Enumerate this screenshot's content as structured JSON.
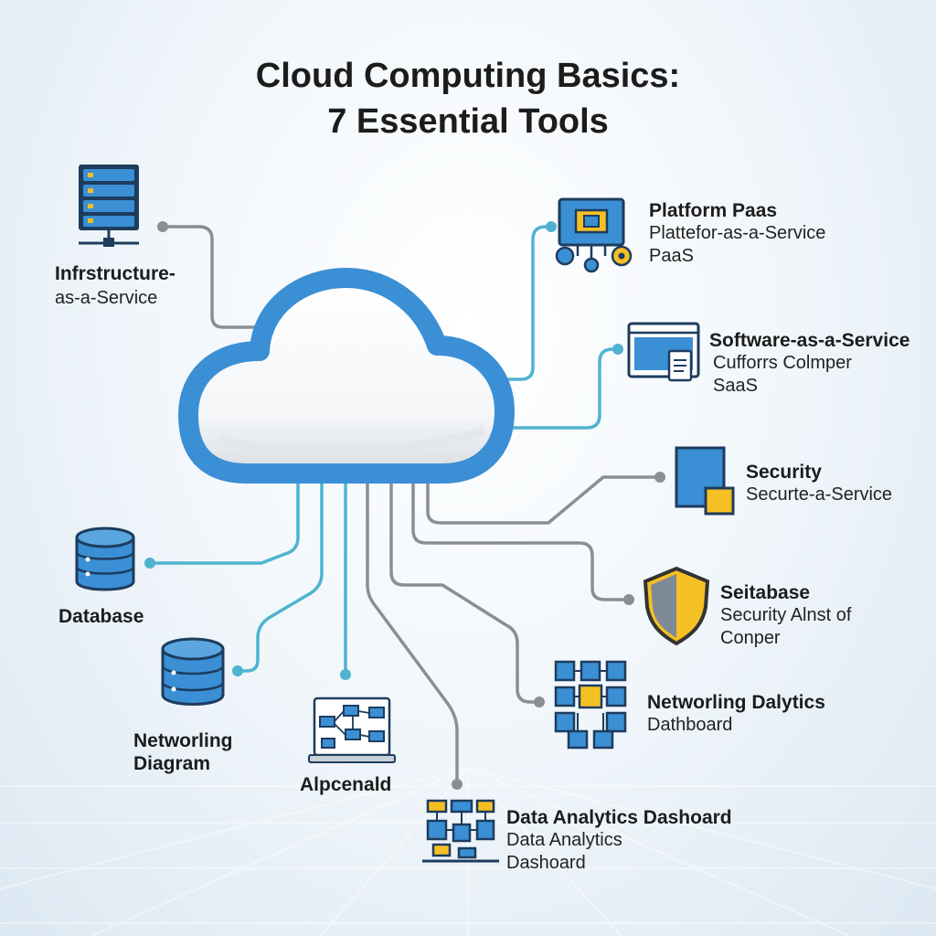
{
  "title": {
    "line1": "Cloud Computing Basics:",
    "line2": "7 Essential Tools"
  },
  "colors": {
    "cloud_outline": "#3b8fd4",
    "cloud_fill": "#ffffff",
    "connector_gray": "#8a8f95",
    "connector_teal": "#4fb3cf",
    "icon_blue": "#2f7fc8",
    "icon_yellow": "#f5c023",
    "icon_dark": "#1d3c5e"
  },
  "nodes": {
    "iaas": {
      "icon": "server-rack-icon",
      "line1": "Infrstructure-",
      "line2": "as-a-Service"
    },
    "paas": {
      "icon": "platform-gears-icon",
      "heading": "Platform Paas",
      "line1": "Plattefor-as-a-Service",
      "line2": "PaaS"
    },
    "saas": {
      "icon": "browser-window-icon",
      "heading": "Software-as-a-Service",
      "line1": "Cufforrs Colmper",
      "line2": "SaaS"
    },
    "security": {
      "icon": "security-block-icon",
      "heading": "Security",
      "line1": "Securte-a-Service"
    },
    "seitabase": {
      "icon": "shield-icon",
      "heading": "Seitabase",
      "line1": "Security Alnst of",
      "line2": "Conper"
    },
    "networking_dalytics": {
      "icon": "network-chip-icon",
      "heading": "Networling Dalytics",
      "line1": "Dathboard"
    },
    "data_analytics": {
      "icon": "dashboard-grid-icon",
      "heading": "Data Analytics Dashoard",
      "line1": "Data Analytics",
      "line2": "Dashoard"
    },
    "database": {
      "icon": "database-icon",
      "line1": "Database"
    },
    "networking_diagram": {
      "icon": "database-stack-icon",
      "line1": "Networling",
      "line2": "Diagram"
    },
    "alpcenald": {
      "icon": "flow-diagram-icon",
      "line1": "Alpcenald"
    }
  }
}
